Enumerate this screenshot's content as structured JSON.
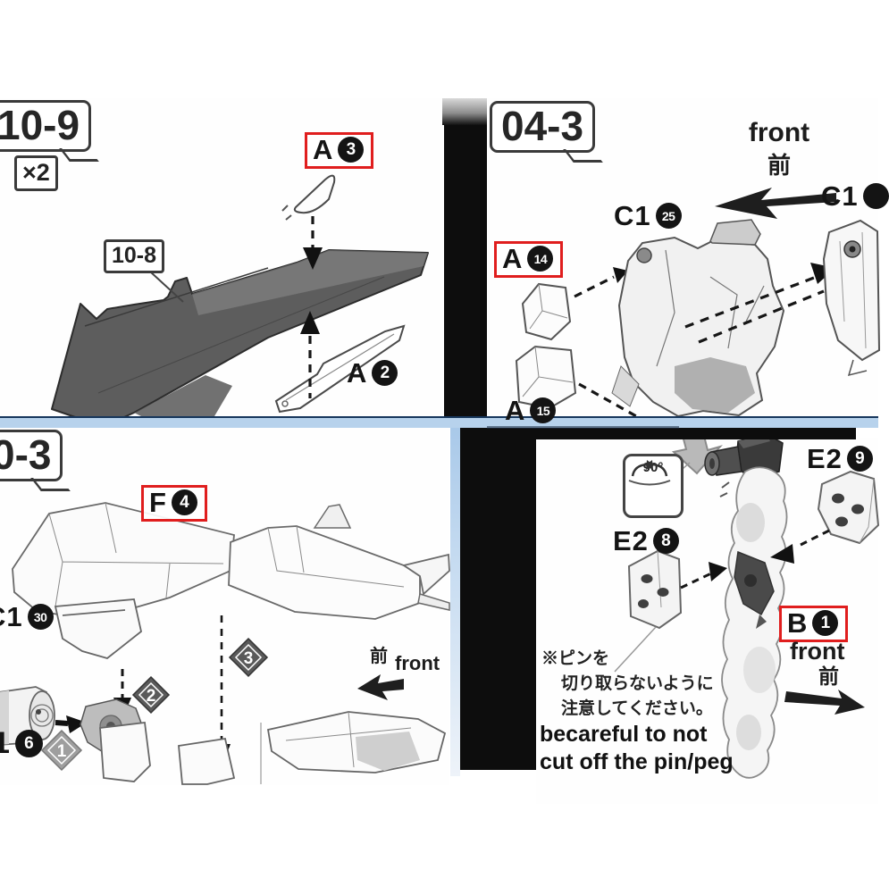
{
  "colors": {
    "red_box": "#e01e1e",
    "blue_divider": "#b7d2ec",
    "divider_edge": "#16365c",
    "black_bar": "#0d0d0d"
  },
  "top_left": {
    "step_badge": "10-9",
    "multiplier": "×2",
    "callout": "10-8",
    "label_a3": {
      "letter": "A",
      "number": "3"
    },
    "label_a2": {
      "letter": "A",
      "number": "2"
    }
  },
  "top_right": {
    "step_badge": "04-3",
    "front_en": "front",
    "front_jp": "前",
    "label_c1_25": {
      "letter": "C1",
      "number": "25"
    },
    "label_c1_edge": {
      "letter": "C1"
    },
    "label_a14": {
      "letter": "A",
      "number": "14"
    },
    "label_a15": {
      "letter": "A",
      "number": "15"
    }
  },
  "bottom_left": {
    "step_badge": "0-3",
    "label_f4": {
      "letter": "F",
      "number": "4"
    },
    "label_c1_30": {
      "letter": "C1",
      "number": "30"
    },
    "label_1_6": {
      "letter": "1",
      "number": "6"
    },
    "diamond_1": "1",
    "diamond_2": "2",
    "diamond_3": "3",
    "front_en": "front",
    "front_jp": "前"
  },
  "bottom_right": {
    "rotation_badge": "90°",
    "label_e2_9": {
      "letter": "E2",
      "number": "9"
    },
    "label_e2_8": {
      "letter": "E2",
      "number": "8"
    },
    "label_b1": {
      "letter": "B",
      "number": "1"
    },
    "front_en": "front",
    "front_jp": "前",
    "note_jp": [
      "※ピンを",
      "切り取らないように",
      "注意してください。"
    ],
    "note_en": [
      "becareful to not",
      "cut off the pin/peg"
    ]
  }
}
